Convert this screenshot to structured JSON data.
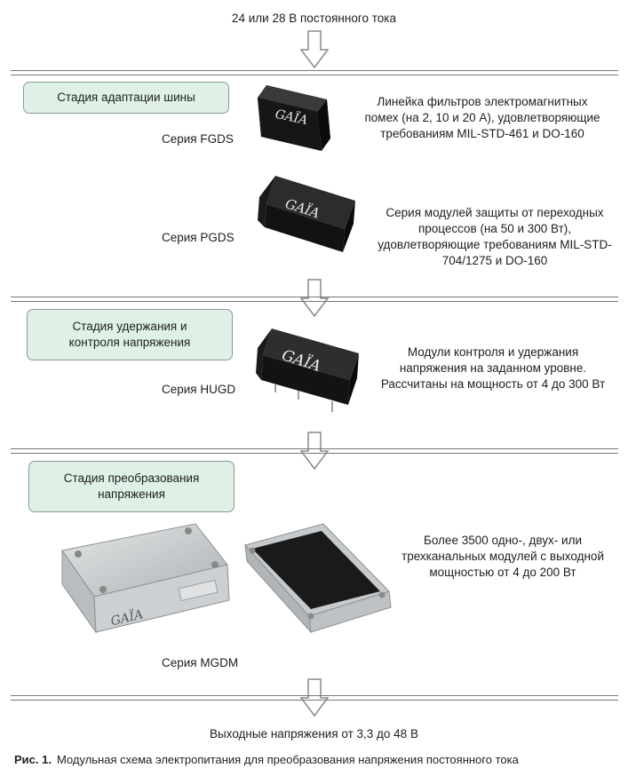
{
  "input_label": "24 или 28 В постоянного тока",
  "output_label": "Выходные напряжения от 3,3 до 48 В",
  "stages": [
    {
      "label": "Стадия адаптации шины"
    },
    {
      "label": "Стадия удержания и контроля напряжения"
    },
    {
      "label": "Стадия преобразования напряжения"
    }
  ],
  "series": [
    {
      "name": "Серия FGDS",
      "description": "Линейка фильтров электромагнитных помех (на 2, 10 и 20 А), удовлетворяющие требованиям MIL-STD-461 и DO-160"
    },
    {
      "name": "Серия PGDS",
      "description": "Серия модулей защиты от переходных процессов (на 50 и 300 Вт), удовлетворяющие требованиям MIL-STD-704/1275 и DO-160"
    },
    {
      "name": "Серия HUGD",
      "description": "Модули контроля и удержания напряжения на заданном уровне. Рассчитаны на мощность от 4 до 300 Вт"
    },
    {
      "name": "Серия MGDM",
      "description": "Более 3500 одно-, двух- или трехканальных модулей с выходной мощностью от 4 до 200 Вт"
    }
  ],
  "logo_text": "GAÏA",
  "caption": {
    "prefix": "Рис. 1.",
    "text": "Модульная схема электропитания для преобразования напряжения постоянного тока"
  },
  "colors": {
    "stage_fill": "#dff1e6",
    "module_black": "#141414",
    "module_silver": "#c9ccce"
  }
}
